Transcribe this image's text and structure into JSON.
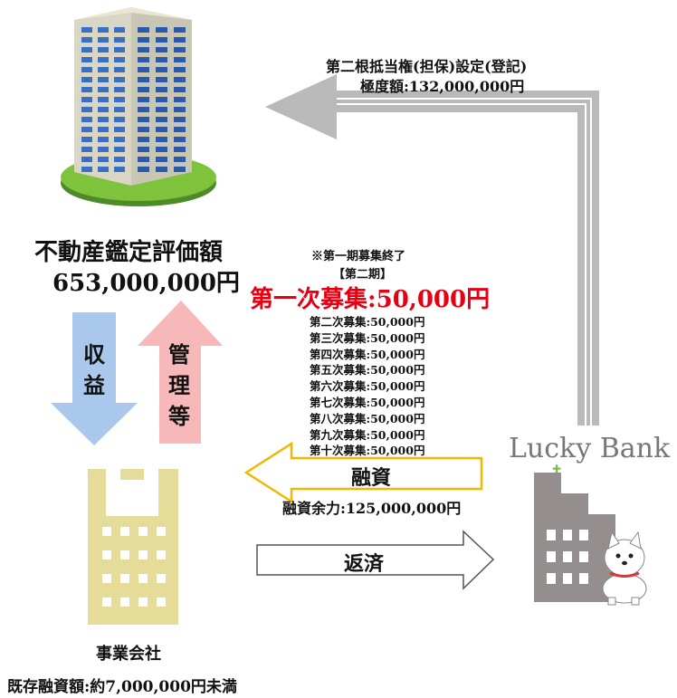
{
  "mortgage": {
    "line1": "第二根抵当権(担保)設定(登記)",
    "line2": "極度額:132,000,000円"
  },
  "property": {
    "title": "不動産鑑定評価額",
    "value": "653,000,000円"
  },
  "arrows": {
    "revenue": [
      "収",
      "益"
    ],
    "management": [
      "管",
      "理",
      "等"
    ],
    "loan_label": "融資",
    "repay_label": "返済"
  },
  "recruitment": {
    "note": "※第一期募集終了",
    "period": "【第二期】",
    "headline": "第一次募集:50,000円",
    "items": [
      "第二次募集:50,000円",
      "第三次募集:50,000円",
      "第四次募集:50,000円",
      "第五次募集:50,000円",
      "第六次募集:50,000円",
      "第七次募集:50,000円",
      "第八次募集:50,000円",
      "第九次募集:50,000円",
      "第十次募集:50,000円"
    ]
  },
  "loan_capacity": "融資余力:125,000,000円",
  "company": {
    "title": "事業会社",
    "debt": "既存融資額:約7,000,000円未満"
  },
  "lender": {
    "brand": "Lucky Bank"
  },
  "colors": {
    "headline_red": "#e60012",
    "revenue_blue": "#a9c8ec",
    "management_pink": "#f6b8b8",
    "loan_border": "#f2b700",
    "company_building": "#e6dc9a",
    "lender_building": "#958e8f",
    "mortgage_arrow": "#b9b9b9"
  }
}
